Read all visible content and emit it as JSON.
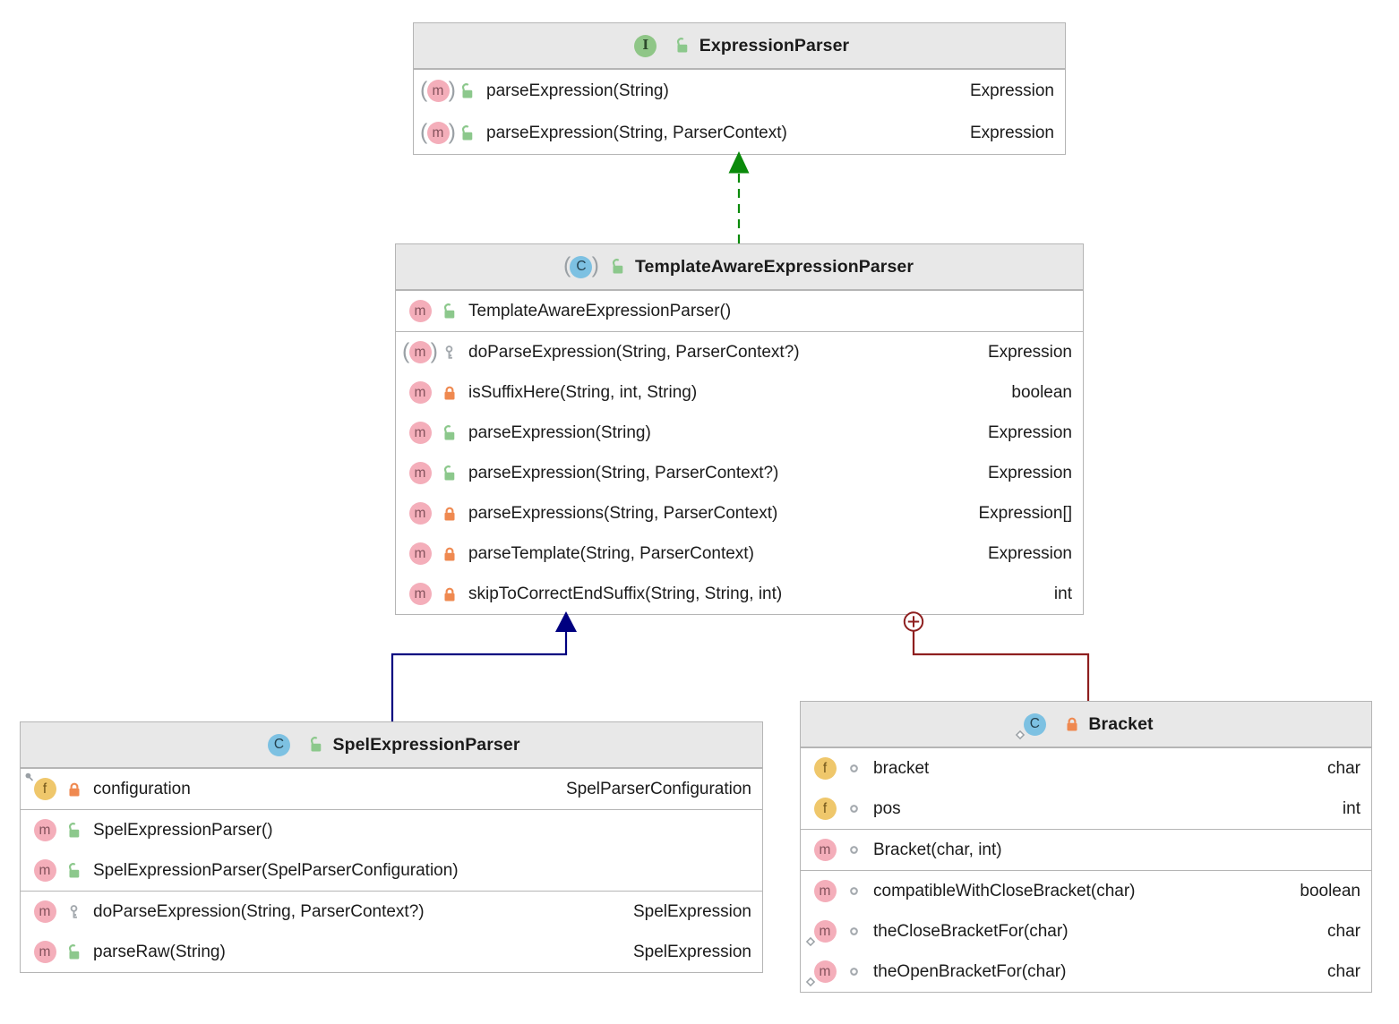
{
  "colors": {
    "canvas_bg": "#FFFFFF",
    "box_border": "#B5B5B5",
    "header_bg": "#E8E8E8",
    "text": "#1B1B1B",
    "interface_icon_bg": "#8FC687",
    "interface_icon_letter": "#2C4A2C",
    "class_icon_bg": "#7DC1E2",
    "class_icon_letter": "#24414E",
    "method_icon_bg": "#F4AEBA",
    "method_icon_letter": "#84525C",
    "field_icon_bg": "#EFC76B",
    "field_icon_letter": "#72561A",
    "public_lock": "#8CC88C",
    "private_lock": "#EF8950",
    "protected_key": "#A4A9AE",
    "package_ring": "#A4A9AE",
    "paren": "#9AA0A5",
    "static_diamond": "#9AA0A5",
    "final_pin": "#9AA0A5",
    "edge_implements": "#0B8A0B",
    "edge_extends": "#000080",
    "edge_inner": "#8E1F1F"
  },
  "classes": [
    {
      "id": "expression-parser",
      "name": "ExpressionParser",
      "kind": "interface",
      "kind_letter": "I",
      "abstract": false,
      "static": false,
      "visibility": "public",
      "sections": [
        {
          "name": "methods",
          "rows": [
            {
              "member": "method",
              "abstract": true,
              "static": false,
              "final": false,
              "visibility": "public",
              "label": "parseExpression(String)",
              "type": "Expression"
            },
            {
              "member": "method",
              "abstract": true,
              "static": false,
              "final": false,
              "visibility": "public",
              "label": "parseExpression(String, ParserContext)",
              "type": "Expression"
            }
          ]
        }
      ]
    },
    {
      "id": "template-aware-expression-parser",
      "name": "TemplateAwareExpressionParser",
      "kind": "class",
      "kind_letter": "C",
      "abstract": true,
      "static": false,
      "visibility": "public",
      "sections": [
        {
          "name": "constructors",
          "rows": [
            {
              "member": "method",
              "abstract": false,
              "static": false,
              "final": false,
              "visibility": "public",
              "label": "TemplateAwareExpressionParser()",
              "type": ""
            }
          ]
        },
        {
          "name": "methods",
          "rows": [
            {
              "member": "method",
              "abstract": true,
              "static": false,
              "final": false,
              "visibility": "protected",
              "label": "doParseExpression(String, ParserContext?)",
              "type": "Expression"
            },
            {
              "member": "method",
              "abstract": false,
              "static": false,
              "final": false,
              "visibility": "private",
              "label": "isSuffixHere(String, int, String)",
              "type": "boolean"
            },
            {
              "member": "method",
              "abstract": false,
              "static": false,
              "final": false,
              "visibility": "public",
              "label": "parseExpression(String)",
              "type": "Expression"
            },
            {
              "member": "method",
              "abstract": false,
              "static": false,
              "final": false,
              "visibility": "public",
              "label": "parseExpression(String, ParserContext?)",
              "type": "Expression"
            },
            {
              "member": "method",
              "abstract": false,
              "static": false,
              "final": false,
              "visibility": "private",
              "label": "parseExpressions(String, ParserContext)",
              "type": "Expression[]"
            },
            {
              "member": "method",
              "abstract": false,
              "static": false,
              "final": false,
              "visibility": "private",
              "label": "parseTemplate(String, ParserContext)",
              "type": "Expression"
            },
            {
              "member": "method",
              "abstract": false,
              "static": false,
              "final": false,
              "visibility": "private",
              "label": "skipToCorrectEndSuffix(String, String, int)",
              "type": "int"
            }
          ]
        }
      ]
    },
    {
      "id": "spel-expression-parser",
      "name": "SpelExpressionParser",
      "kind": "class",
      "kind_letter": "C",
      "abstract": false,
      "static": false,
      "visibility": "public",
      "sections": [
        {
          "name": "fields",
          "rows": [
            {
              "member": "field",
              "abstract": false,
              "static": false,
              "final": true,
              "visibility": "private",
              "label": "configuration",
              "type": "SpelParserConfiguration"
            }
          ]
        },
        {
          "name": "constructors",
          "rows": [
            {
              "member": "method",
              "abstract": false,
              "static": false,
              "final": false,
              "visibility": "public",
              "label": "SpelExpressionParser()",
              "type": ""
            },
            {
              "member": "method",
              "abstract": false,
              "static": false,
              "final": false,
              "visibility": "public",
              "label": "SpelExpressionParser(SpelParserConfiguration)",
              "type": ""
            }
          ]
        },
        {
          "name": "methods",
          "rows": [
            {
              "member": "method",
              "abstract": false,
              "static": false,
              "final": false,
              "visibility": "protected",
              "label": "doParseExpression(String, ParserContext?)",
              "type": "SpelExpression"
            },
            {
              "member": "method",
              "abstract": false,
              "static": false,
              "final": false,
              "visibility": "public",
              "label": "parseRaw(String)",
              "type": "SpelExpression"
            }
          ]
        }
      ]
    },
    {
      "id": "bracket",
      "name": "Bracket",
      "kind": "class",
      "kind_letter": "C",
      "abstract": false,
      "static": true,
      "visibility": "private",
      "sections": [
        {
          "name": "fields",
          "rows": [
            {
              "member": "field",
              "abstract": false,
              "static": false,
              "final": false,
              "visibility": "package",
              "label": "bracket",
              "type": "char"
            },
            {
              "member": "field",
              "abstract": false,
              "static": false,
              "final": false,
              "visibility": "package",
              "label": "pos",
              "type": "int"
            }
          ]
        },
        {
          "name": "constructors",
          "rows": [
            {
              "member": "method",
              "abstract": false,
              "static": false,
              "final": false,
              "visibility": "package",
              "label": "Bracket(char, int)",
              "type": ""
            }
          ]
        },
        {
          "name": "methods",
          "rows": [
            {
              "member": "method",
              "abstract": false,
              "static": false,
              "final": false,
              "visibility": "package",
              "label": "compatibleWithCloseBracket(char)",
              "type": "boolean"
            },
            {
              "member": "method",
              "abstract": false,
              "static": true,
              "final": false,
              "visibility": "package",
              "label": "theCloseBracketFor(char)",
              "type": "char"
            },
            {
              "member": "method",
              "abstract": false,
              "static": true,
              "final": false,
              "visibility": "package",
              "label": "theOpenBracketFor(char)",
              "type": "char"
            }
          ]
        }
      ]
    }
  ],
  "edges": [
    {
      "id": "implements-edge",
      "type": "implements",
      "from": "TemplateAwareExpressionParser",
      "to": "ExpressionParser"
    },
    {
      "id": "extends-edge",
      "type": "extends",
      "from": "SpelExpressionParser",
      "to": "TemplateAwareExpressionParser"
    },
    {
      "id": "inner-class-edge",
      "type": "inner-class",
      "from": "Bracket",
      "to": "TemplateAwareExpressionParser"
    }
  ]
}
